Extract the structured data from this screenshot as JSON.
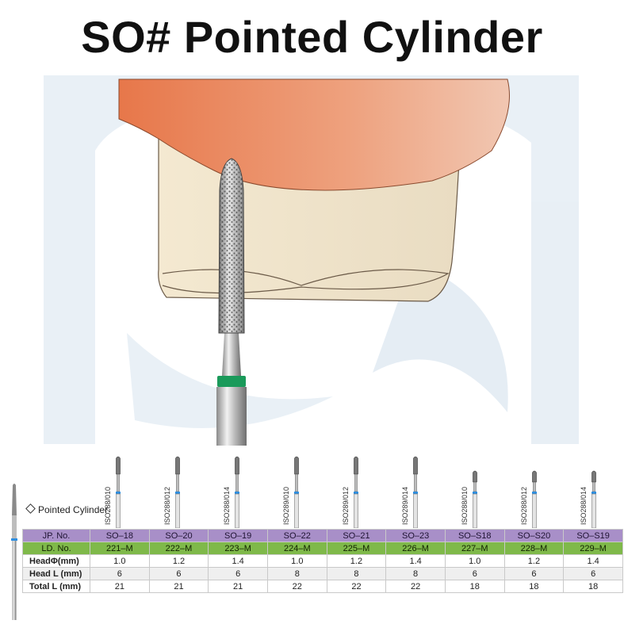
{
  "title": "SO# Pointed Cylinder",
  "legend_label": "Pointed Cylinder",
  "colors": {
    "jp_row": "#a88fc8",
    "ld_row": "#7fb94a",
    "ring_green": "#1a9a5a",
    "ring_blue": "#2f8fe0",
    "gum": "#e88a62",
    "tooth": "#f2e8d2"
  },
  "table": {
    "rows": [
      {
        "header": "JP. No.",
        "values": [
          "SO–18",
          "SO–20",
          "SO–19",
          "SO–22",
          "SO–21",
          "SO–23",
          "SO–S18",
          "SO–S20",
          "SO–S19"
        ]
      },
      {
        "header": "LD. No.",
        "values": [
          "221–M",
          "222–M",
          "223–M",
          "224–M",
          "225–M",
          "226–M",
          "227–M",
          "228–M",
          "229–M"
        ]
      },
      {
        "header": "HeadΦ(mm)",
        "values": [
          "1.0",
          "1.2",
          "1.4",
          "1.0",
          "1.2",
          "1.4",
          "1.0",
          "1.2",
          "1.4"
        ]
      },
      {
        "header": "Head L (mm)",
        "values": [
          "6",
          "6",
          "6",
          "8",
          "8",
          "8",
          "6",
          "6",
          "6"
        ]
      },
      {
        "header": "Total L (mm)",
        "values": [
          "21",
          "21",
          "21",
          "22",
          "22",
          "22",
          "18",
          "18",
          "18"
        ]
      }
    ]
  },
  "iso_codes": [
    "ISO288/010",
    "ISO288/012",
    "ISO288/014",
    "ISO289/010",
    "ISO289/012",
    "ISO289/014",
    "ISO288/010",
    "ISO288/012",
    "ISO288/014"
  ]
}
